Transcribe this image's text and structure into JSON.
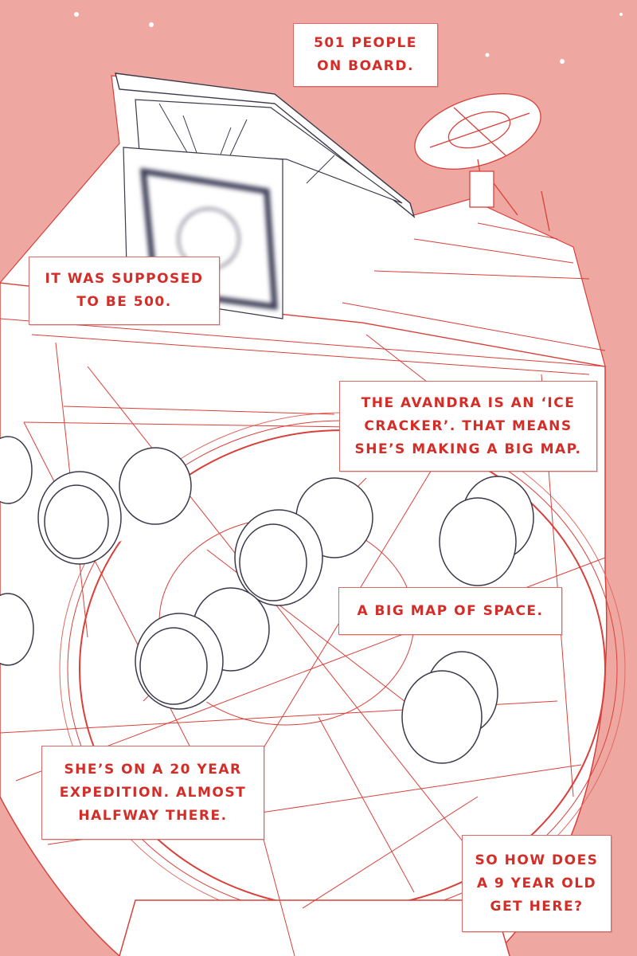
{
  "captions": {
    "people": [
      "501 PEOPLE",
      "ON BOARD."
    ],
    "supposed": [
      "IT WAS SUPPOSED",
      "TO BE 500."
    ],
    "avandra": [
      "THE AVANDRA IS AN ‘ICE",
      "CRACKER’. THAT MEANS",
      "SHE’S MAKING A BIG MAP."
    ],
    "map": [
      "A BIG MAP OF SPACE."
    ],
    "expedition": [
      "SHE’S ON A 20 YEAR",
      "EXPEDITION. ALMOST",
      "HALFWAY THERE."
    ],
    "question": [
      "SO HOW DOES",
      "A 9 YEAR OLD",
      "GET HERE?"
    ]
  },
  "colors": {
    "background": "#efa7a1",
    "caption_text": "#d42d28",
    "sketch_red": "#d9403a",
    "sketch_dark": "#3a3a4a",
    "hull_fill": "#ffffff"
  }
}
